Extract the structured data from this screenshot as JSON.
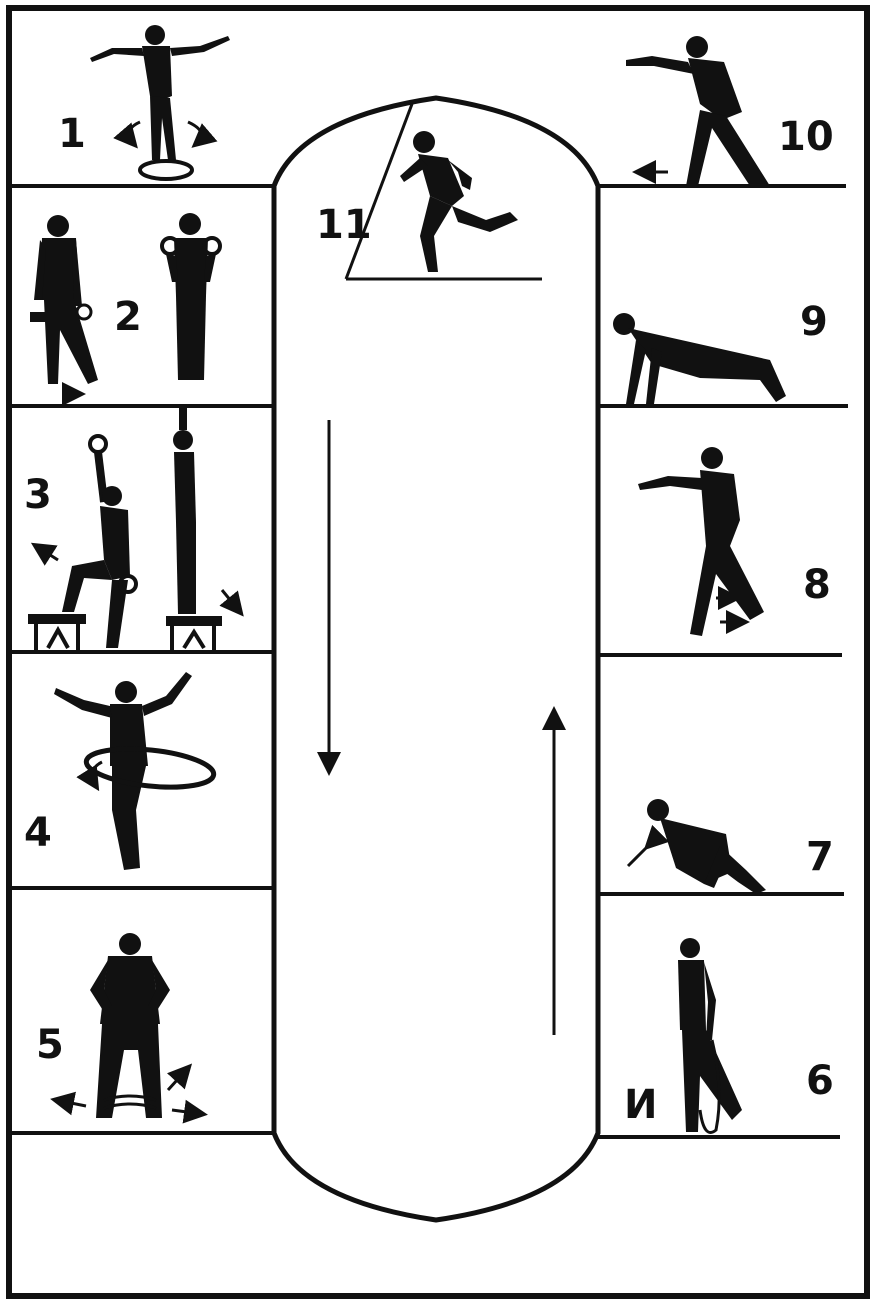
{
  "colors": {
    "ink": "#111111",
    "paper": "#ffffff"
  },
  "exercise_numbers": {
    "n1": "1",
    "n2": "2",
    "n3": "3",
    "n4": "4",
    "n5": "5",
    "n6": "6",
    "n7": "7",
    "n8": "8",
    "n9": "9",
    "n10": "10",
    "n11": "11"
  },
  "extra_mark": "И",
  "icons": {
    "track": "running-track-icon",
    "runner": "running-figure-icon",
    "hoop": "hula-hoop-icon",
    "dumbbell": "dumbbell-icon",
    "bench": "step-bench-icon",
    "disk": "rotating-disk-icon",
    "rope": "jump-rope-icon",
    "band": "resistance-band-icon",
    "arrow": "direction-arrow-icon"
  }
}
